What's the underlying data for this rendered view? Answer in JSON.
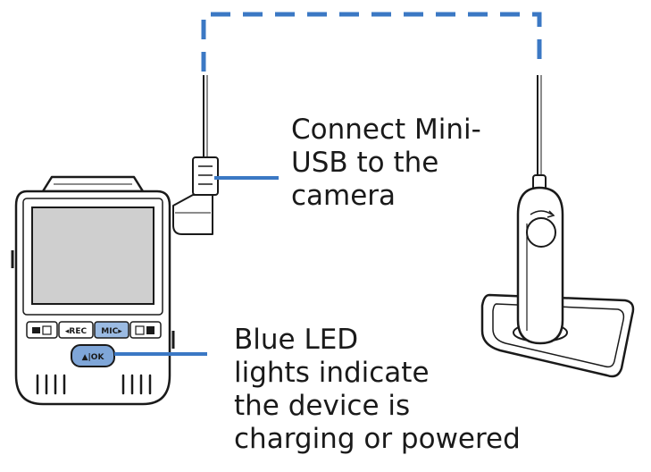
{
  "colors": {
    "leader_blue": "#3b78c4",
    "outline": "#1a1a1a",
    "screen_gray": "#cfcfcf",
    "body_gray": "#ececec",
    "ok_button_blue": "#7fa6d8",
    "mic_button_blue": "#9bbbe3"
  },
  "callouts": {
    "usb_lines": [
      "Connect Mini-",
      "USB to the",
      "camera"
    ],
    "led_lines": [
      "Blue LED",
      "lights indicate",
      "the device is",
      "charging or powered"
    ]
  },
  "camera_buttons": {
    "rec": "◂REC",
    "mic": "MIC▸",
    "ok": "▲|OK"
  },
  "icons": {
    "cable_path": "dashed-cable",
    "camera": "dash-camera-front",
    "mount": "suction-mount",
    "left_button_icon": "camera-photo-icon",
    "right_button_icon": "playback-icon"
  }
}
